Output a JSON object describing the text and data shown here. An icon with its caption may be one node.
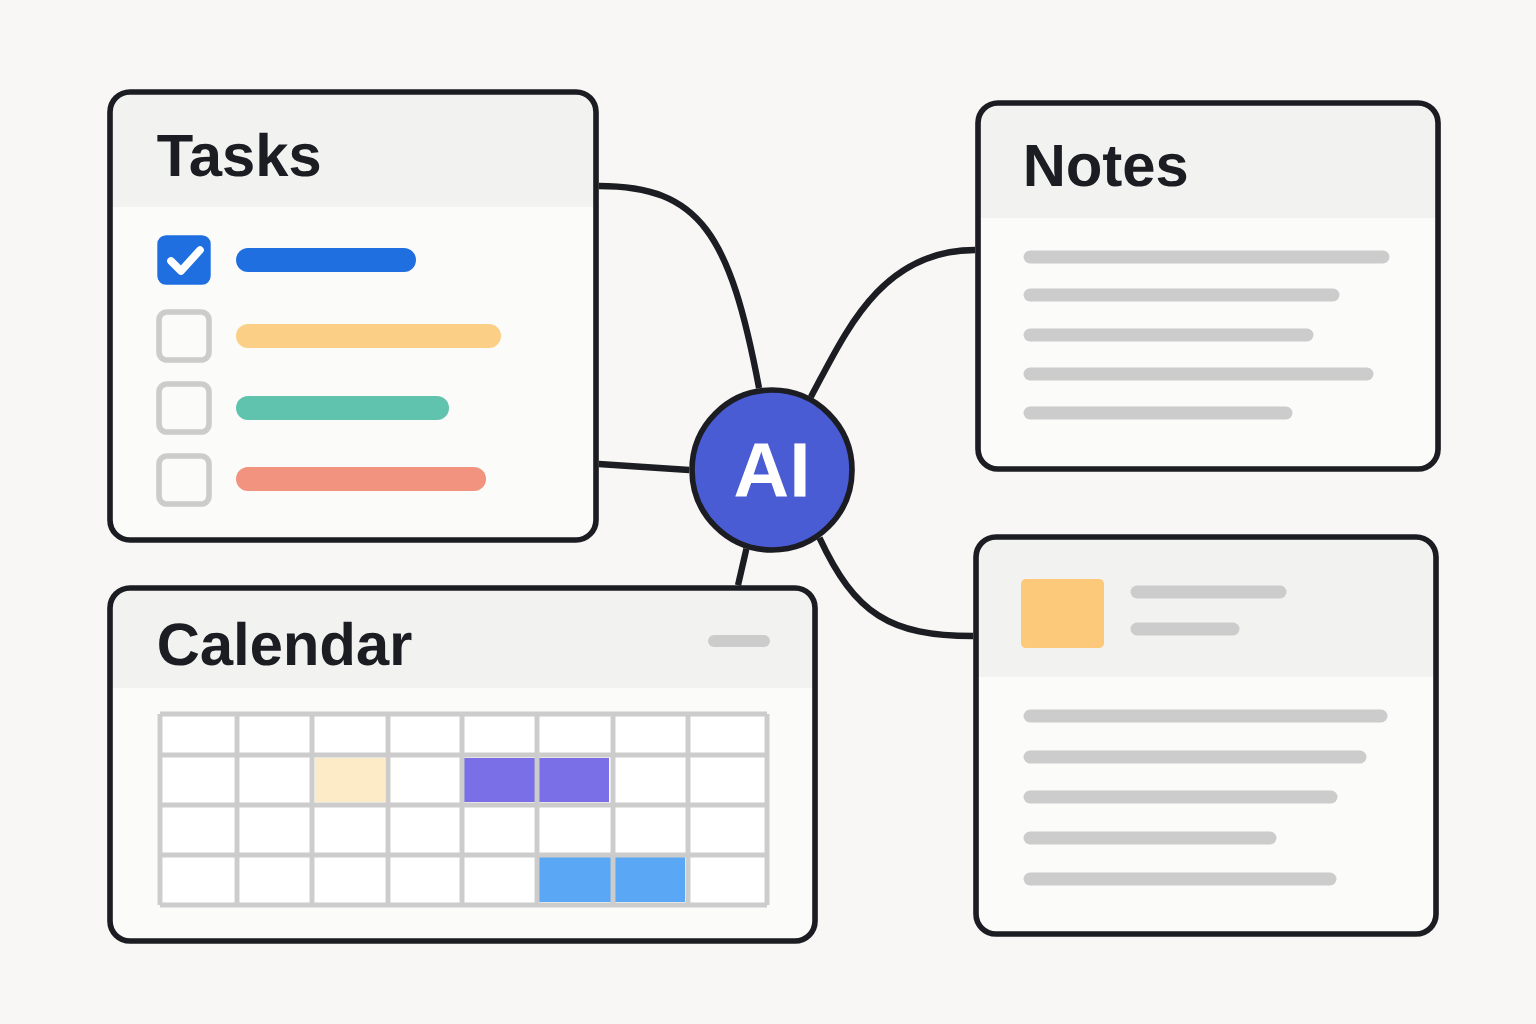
{
  "diagram": {
    "nodes": [
      {
        "text": [
          "Tasks"
        ]
      },
      {
        "text": [
          "Notes"
        ]
      },
      {
        "text": [
          "AI"
        ]
      },
      {
        "text": [
          "Calendar"
        ]
      },
      {
        "text": [],
        "shape": "box"
      }
    ],
    "edges": [
      {
        "from": 0,
        "to": 2,
        "arrow": "none"
      },
      {
        "from": 0,
        "to": 2,
        "arrow": "none"
      },
      {
        "from": 2,
        "to": 1,
        "arrow": "none"
      },
      {
        "from": 2,
        "to": 3,
        "arrow": "none"
      },
      {
        "from": 2,
        "to": 4,
        "arrow": "none"
      }
    ]
  }
}
